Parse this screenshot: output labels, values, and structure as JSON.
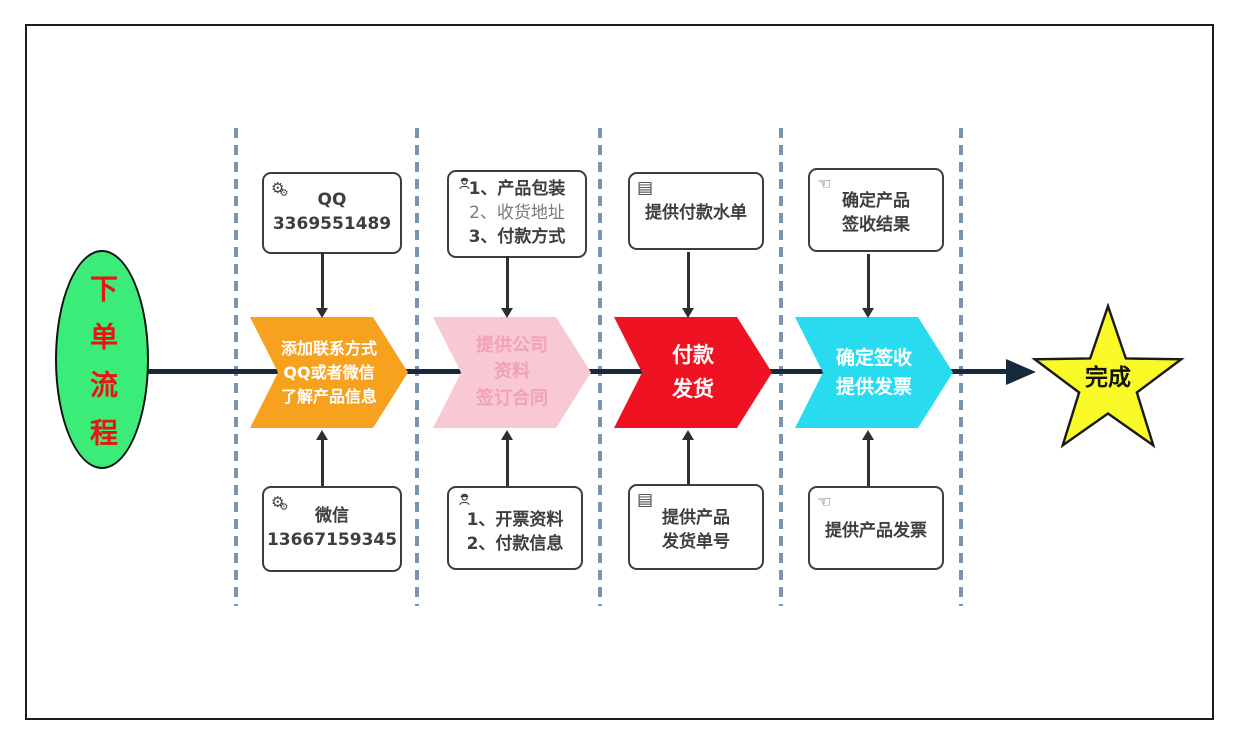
{
  "title": "下单流程",
  "colors": {
    "flow_line": "#16293d",
    "divider": "#7e94ae",
    "start_fill": "#3cec78",
    "start_text": "#ee1111",
    "stage1_fill": "#f7a21e",
    "stage2_fill": "#f8c9d3",
    "stage2_text": "#f1a2b4",
    "stage3_fill": "#ee1222",
    "stage4_fill": "#29dbef",
    "star_fill": "#fafa28",
    "note_border": "#3e3e3e"
  },
  "icons": {
    "gear": "⚙",
    "table": "▤",
    "hand": "☜"
  },
  "start_node": {
    "label": "下单流程"
  },
  "stages": [
    {
      "label_lines": [
        "添加联系方式",
        "QQ或者微信",
        "了解产品信息"
      ],
      "top_note": {
        "icon": "gears-icon",
        "lines": [
          "QQ",
          "3369551489"
        ]
      },
      "bottom_note": {
        "icon": "gears-icon",
        "lines": [
          "微信",
          "13667159345"
        ]
      }
    },
    {
      "label_lines": [
        "提供公司",
        "资料",
        "签订合同"
      ],
      "top_note": {
        "icon": "worker-icon",
        "lines": [
          "1、产品包装",
          "2、收货地址",
          "3、付款方式"
        ]
      },
      "bottom_note": {
        "icon": "worker-icon",
        "lines": [
          "1、开票资料",
          "2、付款信息"
        ]
      }
    },
    {
      "label_lines": [
        "付款",
        "发货"
      ],
      "top_note": {
        "icon": "table-icon",
        "lines": [
          "提供付款水单"
        ]
      },
      "bottom_note": {
        "icon": "table-icon",
        "lines": [
          "提供产品",
          "发货单号"
        ]
      }
    },
    {
      "label_lines": [
        "确定签收",
        "提供发票"
      ],
      "top_note": {
        "icon": "hand-icon",
        "lines": [
          "确定产品",
          "签收结果"
        ]
      },
      "bottom_note": {
        "icon": "hand-icon",
        "lines": [
          "提供产品发票"
        ]
      }
    }
  ],
  "end_node": {
    "label": "完成"
  }
}
